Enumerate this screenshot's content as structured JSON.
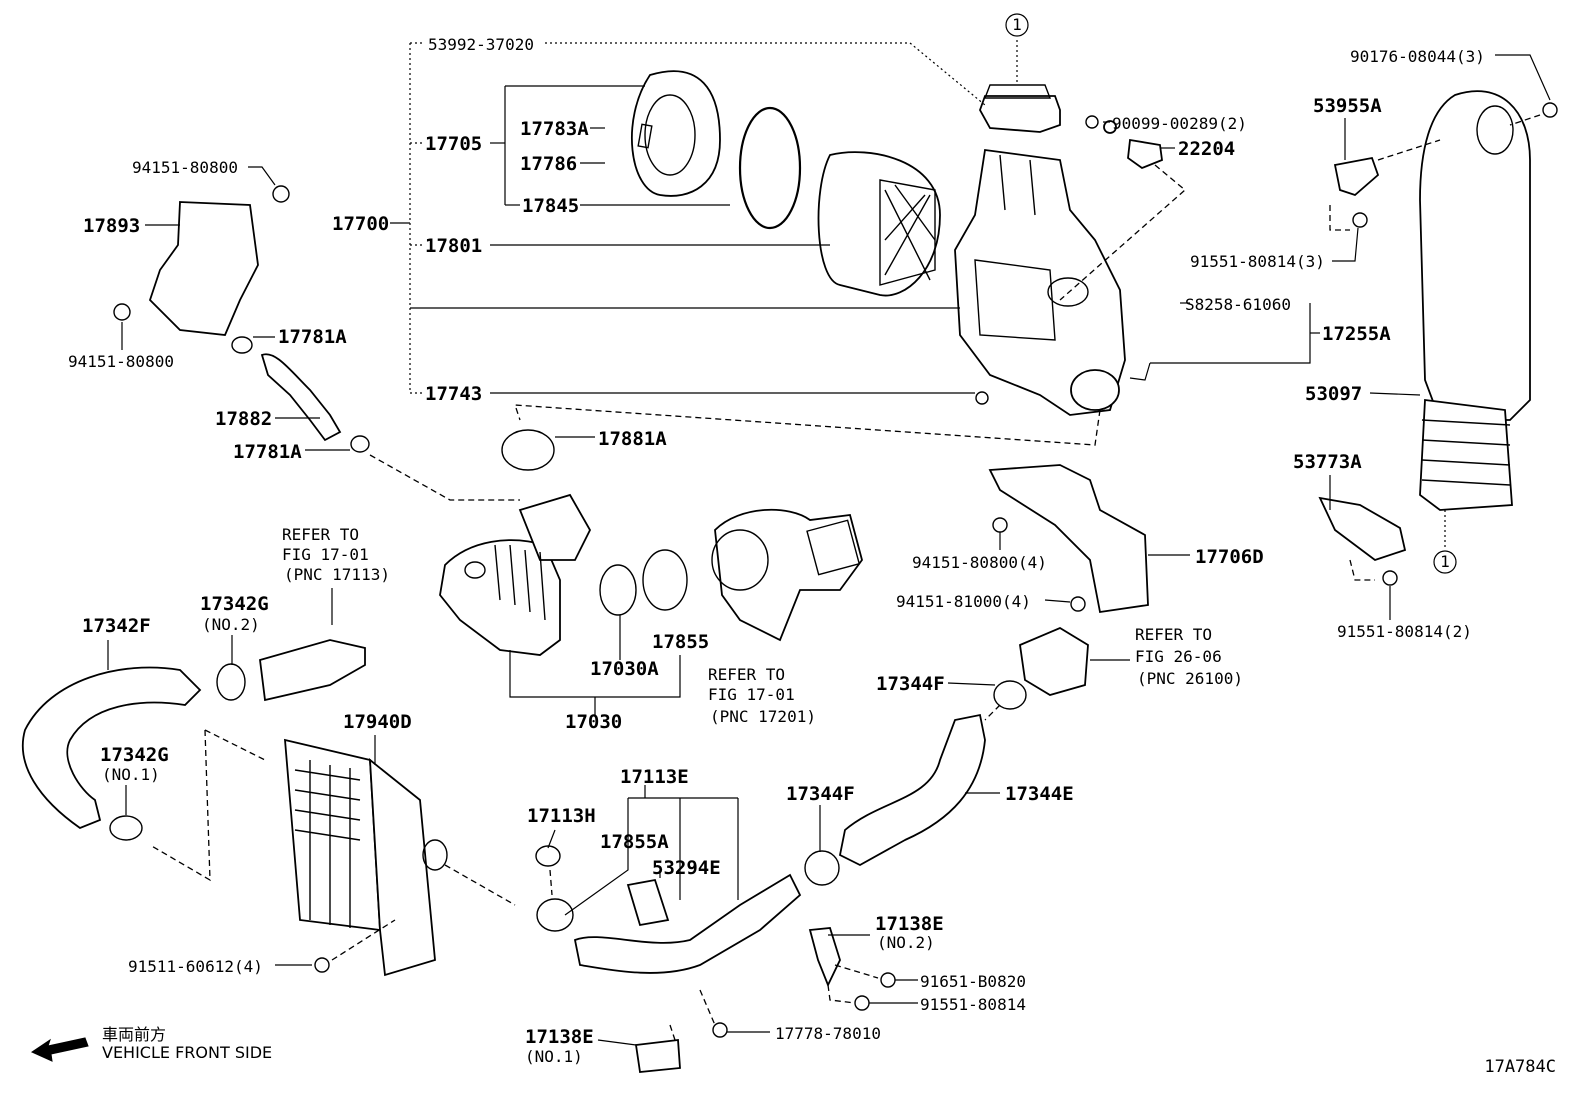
{
  "diagram": {
    "drawing_code": "17A784C",
    "orientation": {
      "japanese": "車両前方",
      "english": "VEHICLE FRONT SIDE"
    },
    "callouts": {
      "ref_mark": "1"
    },
    "parts": {
      "p53992": "53992-37020",
      "p17705": "17705",
      "p17783A": "17783A",
      "p17786": "17786",
      "p17845": "17845",
      "p17700": "17700",
      "p17801": "17801",
      "p17743": "17743",
      "p90099": "90099-00289(2)",
      "p22204": "22204",
      "p90176": "90176-08044(3)",
      "p53955A": "53955A",
      "p91551_3": "91551-80814(3)",
      "p58258": "S8258-61060",
      "p17255A": "17255A",
      "p53097": "53097",
      "p53773A": "53773A",
      "p91551_2": "91551-80814(2)",
      "p94151_top": "94151-80800",
      "p17893": "17893",
      "p94151_mid": "94151-80800",
      "p17781A_top": "17781A",
      "p17882": "17882",
      "p17781A_bot": "17781A",
      "p17881A": "17881A",
      "p94151_4": "94151-80800(4)",
      "p94151_81000": "94151-81000(4)",
      "p17706D": "17706D",
      "p17342F": "17342F",
      "p17342G_a": "17342G",
      "p17342G_a_sub": "(NO.2)",
      "p17342G_b": "17342G",
      "p17342G_b_sub": "(NO.1)",
      "p17855": "17855",
      "p17030A": "17030A",
      "p17030": "17030",
      "p17940D": "17940D",
      "p17344F_a": "17344F",
      "p17344F_b": "17344F",
      "p17344E": "17344E",
      "p17113E": "17113E",
      "p17113H": "17113H",
      "p17855A": "17855A",
      "p53294E": "53294E",
      "p17138E_a": "17138E",
      "p17138E_a_sub": "(NO.2)",
      "p17138E_b": "17138E",
      "p17138E_b_sub": "(NO.1)",
      "p91651": "91651-B0820",
      "p91551_single": "91551-80814",
      "p17778": "17778-78010",
      "p91511": "91511-60612(4)"
    },
    "refer_notes": {
      "r1": {
        "l1": "REFER TO",
        "l2": "FIG 17-01",
        "l3": "(PNC 17113)"
      },
      "r2": {
        "l1": "REFER TO",
        "l2": "FIG 17-01",
        "l3": "(PNC 17201)"
      },
      "r3": {
        "l1": "REFER TO",
        "l2": "FIG 26-06",
        "l3": "(PNC 26100)"
      }
    }
  }
}
